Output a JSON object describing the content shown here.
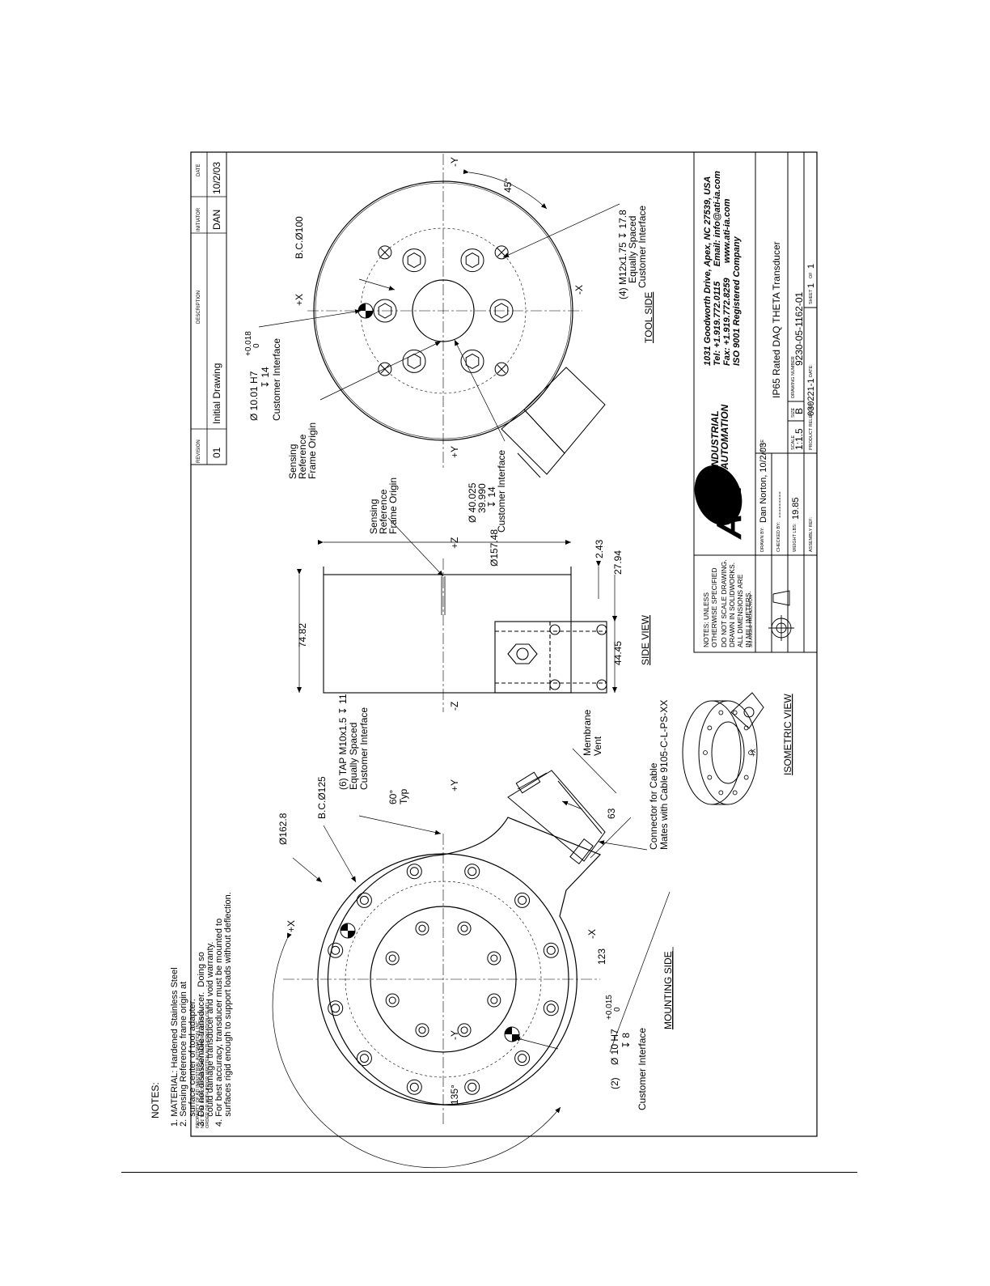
{
  "revision_block": {
    "headers": [
      "REVISION",
      "DESCRIPTION",
      "INITIATOR",
      "DATE"
    ],
    "rows": [
      {
        "revision": "01",
        "description": "Initial Drawing",
        "initiator": "DAN",
        "date": "10/2/03"
      }
    ]
  },
  "property_notice": [
    "PROPERTY OF ATI INDUSTRIAL AUTOMATION, INC.",
    "NOT TO BE REPRODUCED IN ANY MANNER EXCEPT ON",
    "ORDER OR WITH PRIOR WRITTEN AUTHORIZATION OF ATI."
  ],
  "notes": {
    "heading": "NOTES:",
    "lines": [
      "1. MATERIAL: Hardened Stainless Steel",
      "2. Sensing Reference frame origin at",
      "    surface center of tool adapter.",
      "3. Do not disassemble transducer.  Doing so",
      "    could damage transducer and void warranty.",
      "4. For best accuracy, transducer must be mounted to",
      "    surfaces rigid enough to support loads without deflection."
    ]
  },
  "mounting_side": {
    "title": "MOUNTING SIDE",
    "dims": {
      "od": "Ø162.8",
      "bc": "B.C.Ø125",
      "tap": [
        "(6) TAP M10x1.5 ↧ 11",
        "Equally Spaced",
        "Customer Interface"
      ],
      "angle60": [
        "60°",
        "Typ"
      ],
      "angle135": "135°",
      "pin": [
        "(2)",
        "Ø 10 H7",
        "+0.015",
        "0",
        "↧ 8",
        "Customer Interface"
      ],
      "d123": "123",
      "d63": "63",
      "membrane": [
        "Membrane",
        "Vent"
      ],
      "connector": [
        "Connector for Cable",
        "Mates with Cable 9105-C-L-PS-XX"
      ]
    },
    "axes": {
      "px": "+X",
      "nx": "-X",
      "py": "+Y",
      "ny": "-Y"
    }
  },
  "side_view": {
    "title": "SIDE VIEW",
    "dims": {
      "d7482": "74.82",
      "d4445": "44.45",
      "d2794": "27.94",
      "d243": "2.43",
      "d15748": "Ø157.48",
      "bore": [
        "Ø 40.025",
        "39.990",
        "↧ 14",
        "Customer Interface"
      ],
      "origin": [
        "Sensing",
        "Reference",
        "Frame Origin"
      ],
      "pz": "+Z",
      "nz": "-Z"
    }
  },
  "isometric_view": {
    "title": "ISOMETRIC VIEW",
    "axis": "+X"
  },
  "tool_side": {
    "title": "TOOL SIDE",
    "dims": {
      "bc": "B.C.Ø100",
      "angle45": "45°",
      "pin": [
        "Ø 10.01 H7",
        "+0.018",
        "0",
        "↧ 14",
        "Customer Interface"
      ],
      "origin": [
        "Sensing",
        "Reference",
        "Frame Origin"
      ],
      "holes": [
        "(4) M12x1.75 ↧ 17.8",
        "Equally Spaced",
        "Customer Interface"
      ]
    },
    "axes": {
      "px": "+X",
      "nx": "-X",
      "py": "+Y",
      "ny": "-Y"
    }
  },
  "title_block": {
    "notes_block": [
      "NOTES: UNLESS",
      "OTHERWISE SPECIFIED",
      "DO NOT SCALE DRAWING.",
      "DRAWN IN SOLIDWORKS.",
      "ALL DIMENSIONS ARE",
      "IN MILLIMETERS."
    ],
    "projection": "3rd ANGLE PROJECTION",
    "logo": {
      "mark": "ATI",
      "line1": "INDUSTRIAL",
      "line2": "AUTOMATION"
    },
    "address": [
      "1031 Goodworth Drive, Apex, NC 27539, USA",
      "Tel: +1.919.772.0115      Email: info@ati-ia.com",
      "Fax: +1.919.772.8259      www.ati-ia.com",
      "ISO 9001 Registered Company"
    ],
    "drawn_by_label": "DRAWN BY:",
    "drawn_by": "Dan Norton, 10/2/03",
    "checked_by_label": "CHECKED BY:",
    "checked_by": "---------",
    "weight_label": "WEIGHT LBS:",
    "weight": "19.85",
    "assembly_label": "ASSEMBLY REF:",
    "title_label": "TITLE",
    "title": "IP65 Rated DAQ THETA Transducer",
    "scale_label": "SCALE",
    "scale": "1:1.5",
    "size_label": "SIZE",
    "size": "B",
    "drawing_number_label": "DRAWING NUMBER",
    "drawing_number": "9230-05-1162-01",
    "release_label": "PRODUCT RELEASE #",
    "release": "030221-1",
    "date_label": "DATE:",
    "sheet_label": "SHEET",
    "sheet": "1",
    "of_label": "OF",
    "of": "1"
  }
}
